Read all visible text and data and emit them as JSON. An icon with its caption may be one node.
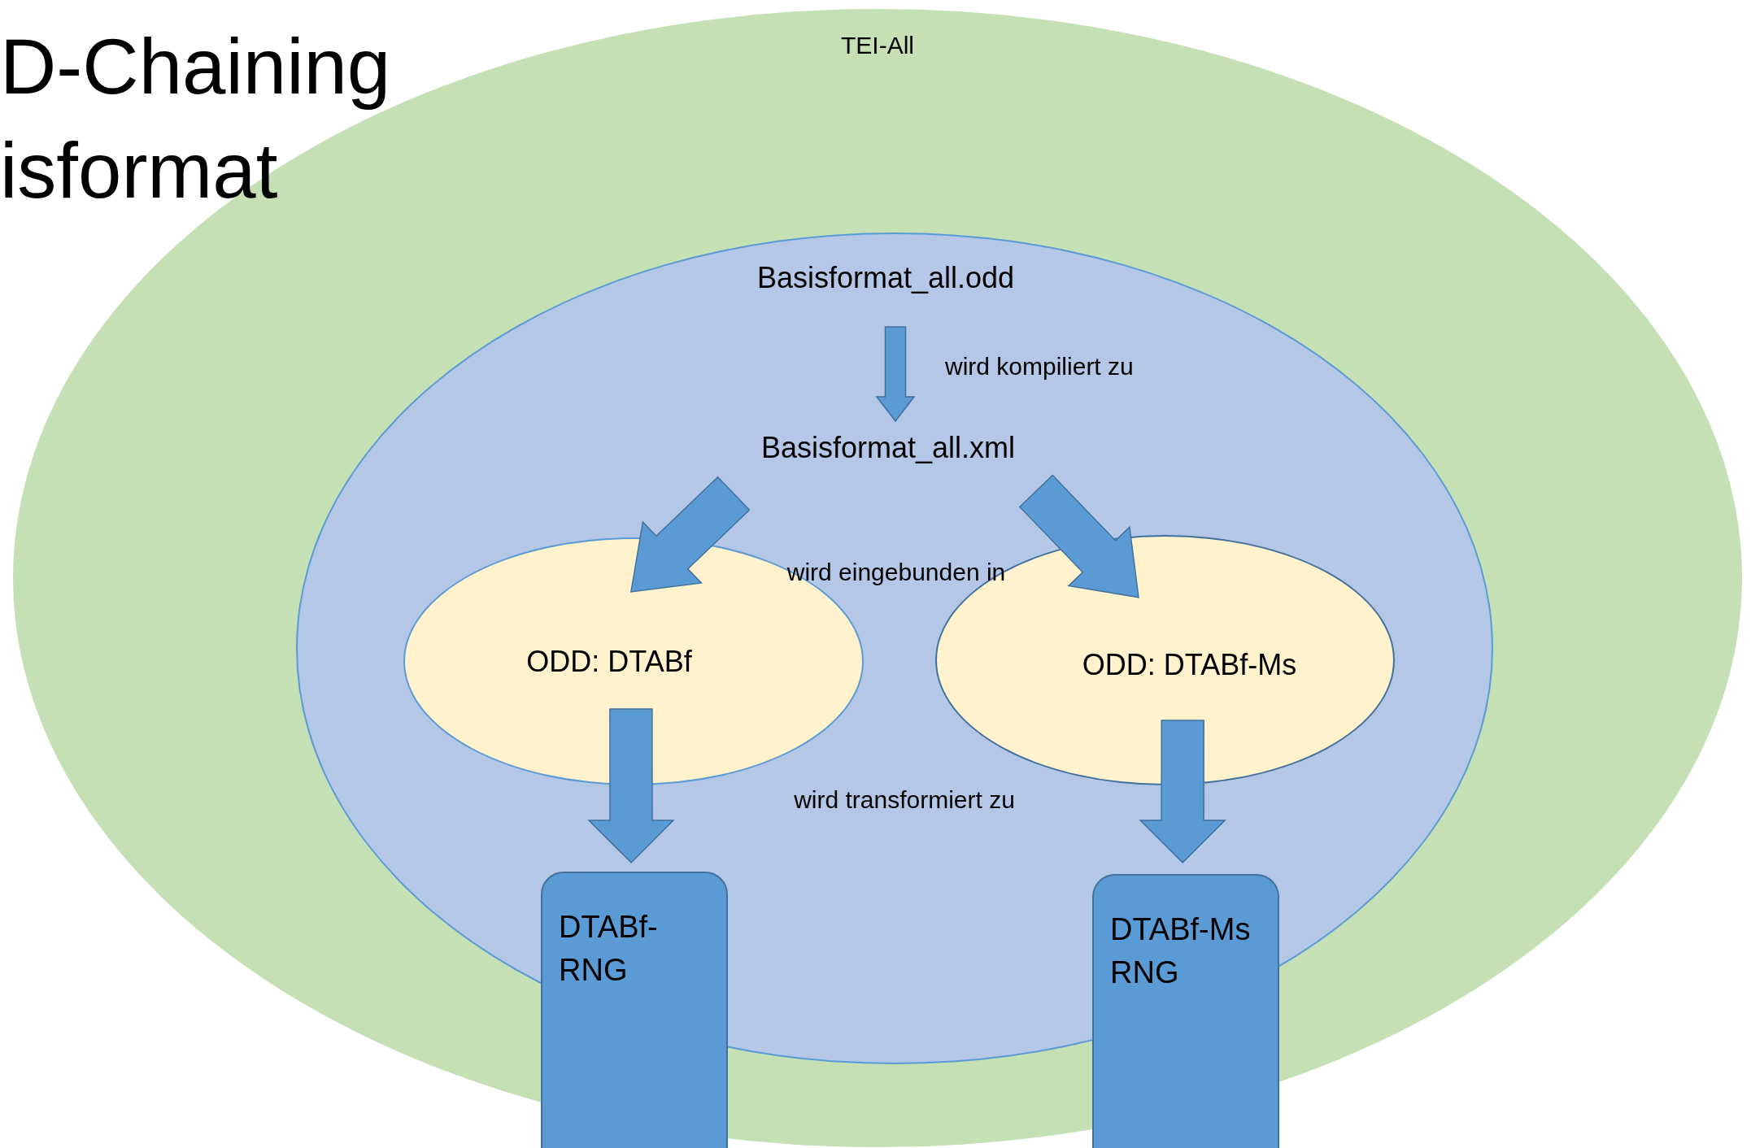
{
  "diagram": {
    "title": "D-Chaining isformat",
    "nodes": [
      {
        "text": [
          "TEI-All"
        ]
      },
      {
        "text": [],
        "shape": "ellipse",
        "in": 0
      },
      {
        "text": [
          "Basisformat_all.odd"
        ],
        "in": 1
      },
      {
        "text": [
          "Basisformat_all.xml"
        ],
        "in": 1
      },
      {
        "text": [
          "ODD: DTABf"
        ],
        "in": 1
      },
      {
        "text": [
          "ODD: DTABf-Ms"
        ],
        "in": 1
      },
      {
        "text": [
          "DTABf- RNG"
        ]
      },
      {
        "text": [
          "DTABf-Ms RNG"
        ]
      }
    ],
    "edges": [
      {
        "from": 2,
        "to": 3,
        "arrow": "to",
        "label": "wird kompiliert zu"
      },
      {
        "from": 3,
        "to": 4,
        "arrow": "to"
      },
      {
        "from": 3,
        "to": 5,
        "arrow": "to"
      },
      {
        "from": 4,
        "to": 6,
        "arrow": "to"
      },
      {
        "from": 5,
        "to": 7,
        "arrow": "to"
      }
    ],
    "labels": [
      "wird eingebunden in",
      "wird transformiert zu"
    ]
  }
}
